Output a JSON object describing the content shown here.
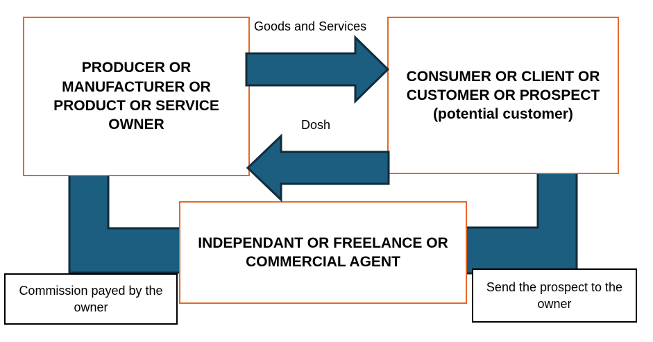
{
  "diagram": {
    "type": "flow-diagram",
    "colors": {
      "node_border": "#E4682A",
      "arrow_fill": "#1B5E80",
      "arrow_stroke": "#122B3C",
      "caption_border": "#000000",
      "background": "#FFFFFF",
      "text": "#000000"
    },
    "nodes": [
      {
        "id": "producer",
        "label": "PRODUCER OR MANUFACTURER OR PRODUCT OR SERVICE OWNER"
      },
      {
        "id": "consumer",
        "label": "CONSUMER OR CLIENT OR CUSTOMER OR PROSPECT (potential customer)"
      },
      {
        "id": "agent",
        "label": "INDEPENDANT OR FREELANCE OR COMMERCIAL AGENT"
      }
    ],
    "arrows": [
      {
        "id": "goods-and-services",
        "label": "Goods and Services",
        "from": "producer",
        "to": "consumer",
        "direction": "right"
      },
      {
        "id": "dosh",
        "label": "Dosh",
        "from": "consumer",
        "to": "producer",
        "direction": "left"
      }
    ],
    "connectors": [
      {
        "id": "producer-to-agent",
        "shape": "elbow",
        "from": "producer",
        "to": "agent"
      },
      {
        "id": "consumer-to-agent",
        "shape": "elbow",
        "from": "consumer",
        "to": "agent"
      }
    ],
    "captions": [
      {
        "id": "commission",
        "label": "Commission payed by the owner"
      },
      {
        "id": "send-prospect",
        "label": "Send the prospect to the owner"
      }
    ]
  }
}
